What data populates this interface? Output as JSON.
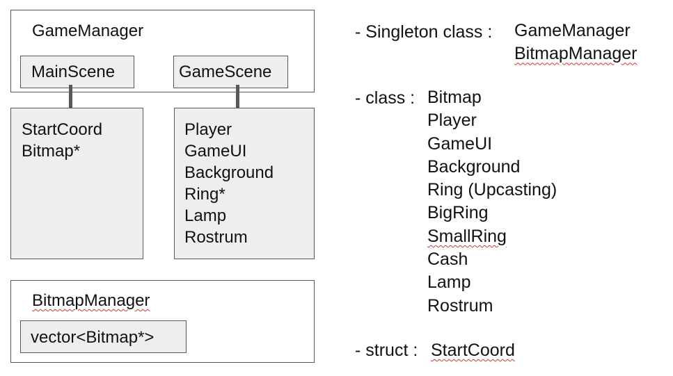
{
  "game_manager": {
    "title": "GameManager",
    "main_scene": {
      "label": "MainScene",
      "members": [
        "StartCoord",
        "Bitmap*"
      ]
    },
    "game_scene": {
      "label": "GameScene",
      "members": [
        "Player",
        "GameUI",
        "Background",
        "Ring*",
        "Lamp",
        "Rostrum"
      ]
    }
  },
  "bitmap_manager": {
    "title": "BitmapManager",
    "member": "vector<Bitmap*>"
  },
  "notes": {
    "singleton": {
      "prefix": "- Singleton class : ",
      "items": [
        "GameManager",
        "BitmapManager"
      ]
    },
    "class": {
      "prefix": "- class : ",
      "items": [
        "Bitmap",
        "Player",
        "GameUI",
        "Background",
        "Ring (Upcasting)",
        "BigRing",
        "SmallRing",
        "Cash",
        "Lamp",
        "Rostrum"
      ]
    },
    "struct": {
      "prefix": "- struct : ",
      "items": [
        "StartCoord"
      ]
    }
  }
}
